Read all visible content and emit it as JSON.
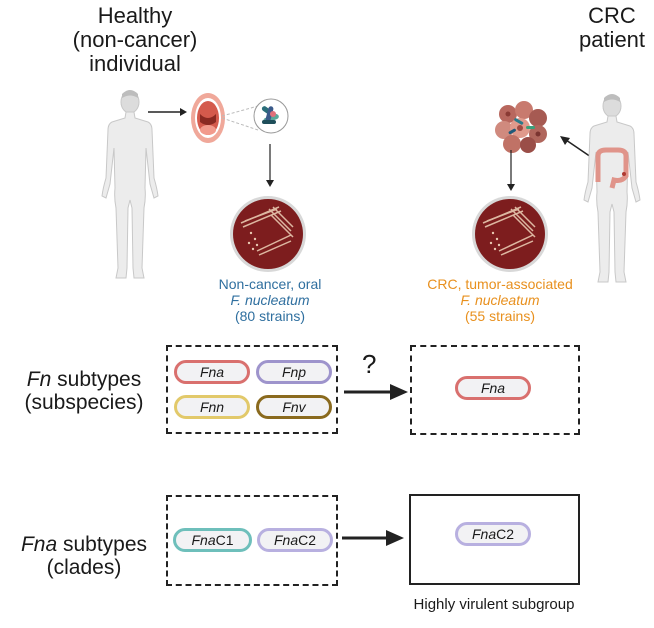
{
  "healthy": {
    "title_lines": [
      "Healthy",
      "(non-cancer)",
      "individual"
    ],
    "caption": {
      "line1": "Non-cancer, oral",
      "line2": "F. nucleatum",
      "line3": "(80 strains)"
    },
    "caption_color": "#2f6f9f"
  },
  "crc": {
    "title_lines": [
      "CRC",
      "patient"
    ],
    "caption": {
      "line1": "CRC, tumor-associated",
      "line2": "F. nucleatum",
      "line3": "(55 strains)"
    },
    "caption_color": "#e8901e"
  },
  "subspecies_row": {
    "label_italic": "Fn",
    "label_rest": " subtypes",
    "label_line2": "(subspecies)",
    "question_mark": "?",
    "input_pills": [
      {
        "label": "Fna",
        "color": "#d9706e"
      },
      {
        "label": "Fnp",
        "color": "#9e94cc"
      },
      {
        "label": "Fnn",
        "color": "#e2c96a"
      },
      {
        "label": "Fnv",
        "color": "#8a6a1e"
      }
    ],
    "output_pill": {
      "label": "Fna",
      "color": "#d9706e"
    }
  },
  "clade_row": {
    "label_italic": "Fna",
    "label_rest": " subtypes",
    "label_line2": "(clades)",
    "input_pills": [
      {
        "label_italic": "Fna",
        "label_suffix": " C1",
        "color": "#6ebfbb"
      },
      {
        "label_italic": "Fna",
        "label_suffix": " C2",
        "color": "#b8b0e0"
      }
    ],
    "output_pill": {
      "label_italic": "Fna",
      "label_suffix": " C2",
      "color": "#b8b0e0"
    },
    "output_caption": "Highly virulent subgroup"
  }
}
